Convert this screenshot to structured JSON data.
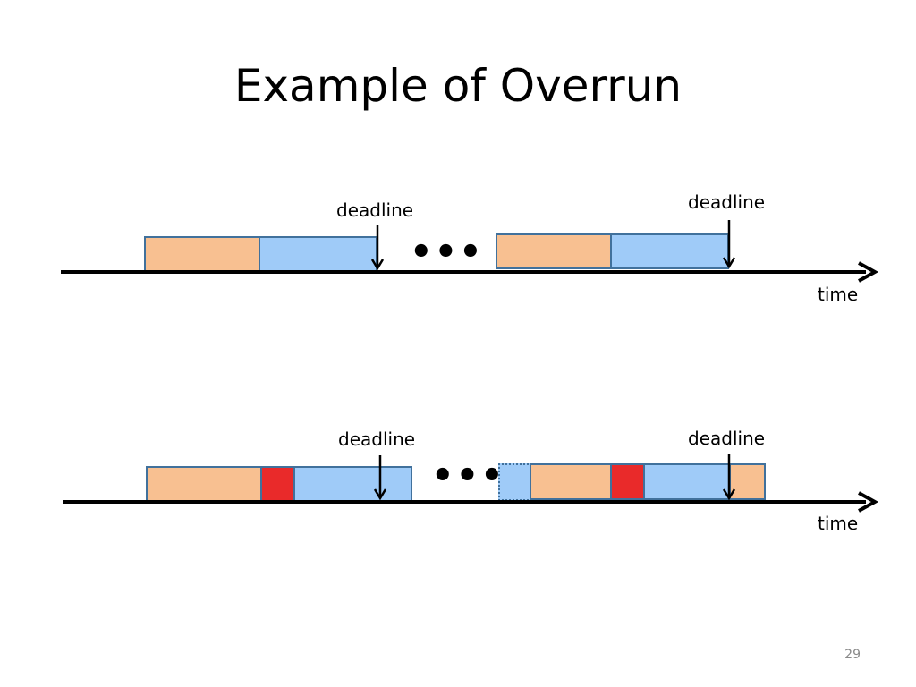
{
  "slide": {
    "title": "Example of Overrun",
    "page_number": "29"
  },
  "timeline_1": {
    "deadline_1": "deadline",
    "deadline_2": "deadline",
    "ellipsis": "•••",
    "axis_label": "time"
  },
  "timeline_2": {
    "deadline_1": "deadline",
    "deadline_2": "deadline",
    "ellipsis": "•••",
    "axis_label": "time"
  },
  "colors": {
    "orange_block": "#f8c091",
    "blue_block": "#9fcbf8",
    "red_block": "#e92a2a",
    "block_border": "#41719c"
  }
}
